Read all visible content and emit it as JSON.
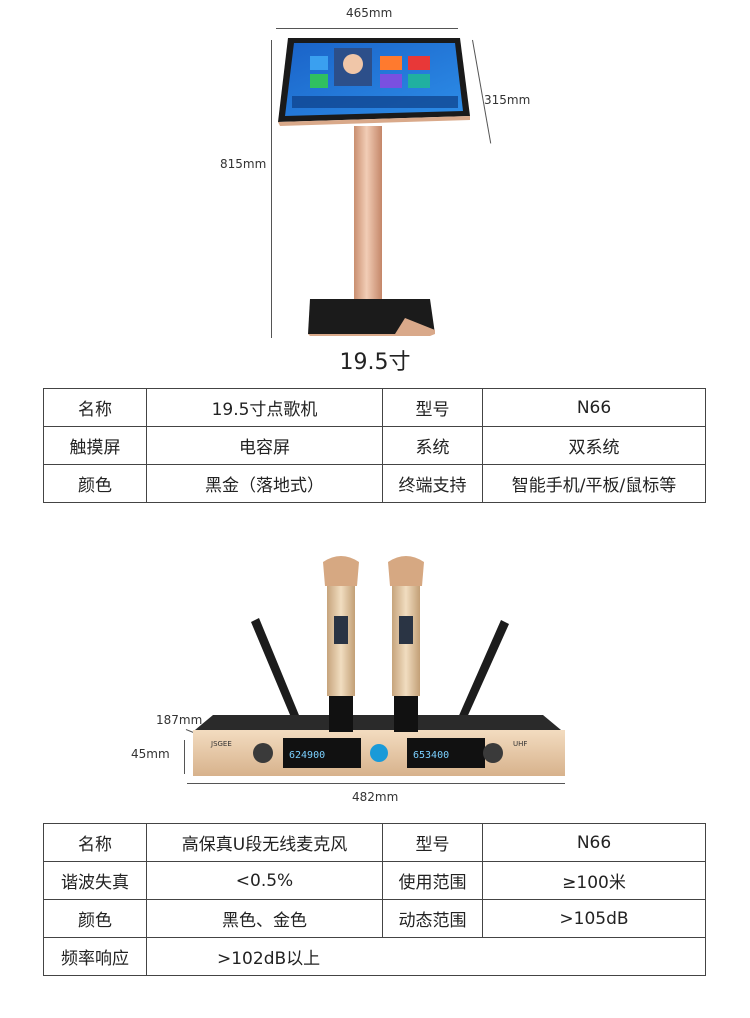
{
  "kiosk": {
    "dim_width": "465mm",
    "dim_depth": "315mm",
    "dim_height": "815mm",
    "size_label": "19.5寸"
  },
  "spec_table_1": {
    "rows": [
      [
        "名称",
        "19.5寸点歌机",
        "型号",
        "N66"
      ],
      [
        "触摸屏",
        "电容屏",
        "系统",
        "双系统"
      ],
      [
        "颜色",
        "黑金（落地式）",
        "终端支持",
        "智能手机/平板/鼠标等"
      ]
    ]
  },
  "mic": {
    "dim_depth": "187mm",
    "dim_height": "45mm",
    "dim_width": "482mm",
    "brand": "JSGEE",
    "display_left": "624900",
    "display_right": "653400",
    "badge": "UHF"
  },
  "spec_table_2": {
    "rows": [
      [
        "名称",
        "高保真U段无线麦克风",
        "型号",
        "N66"
      ],
      [
        "谐波失真",
        "<0.5%",
        "使用范围",
        "≥100米"
      ],
      [
        "颜色",
        "黑色、金色",
        "动态范围",
        ">105dB"
      ]
    ],
    "last_row": [
      "频率响应",
      ">102dB以上"
    ]
  },
  "colors": {
    "rose_gold": "#d9a98a",
    "screen_blue": "#1f6fd0",
    "border": "#444444"
  }
}
